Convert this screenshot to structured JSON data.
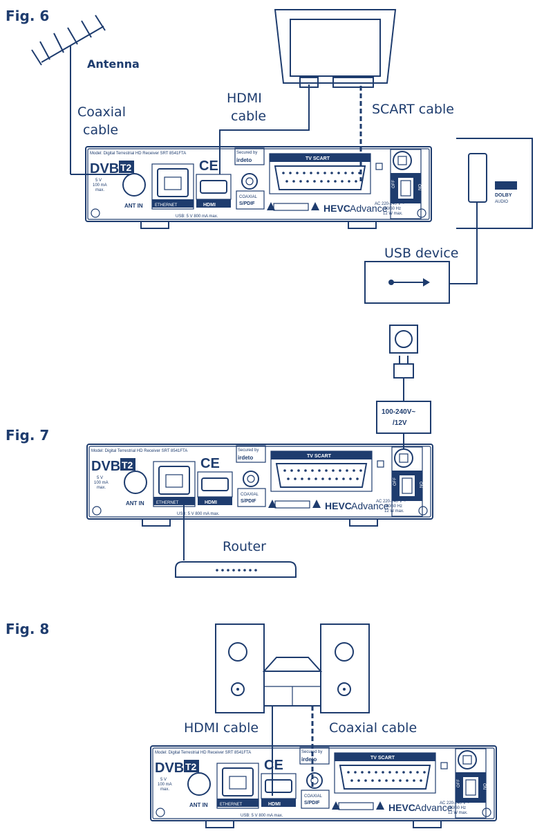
{
  "colors": {
    "ink": "#1e3c6e",
    "paper": "#ffffff"
  },
  "figures": {
    "fig6": {
      "title": "Fig. 6",
      "antenna": "Antenna",
      "coaxial_cable_1": "Coaxial",
      "coaxial_cable_2": "cable",
      "hdmi_cable_1": "HDMI",
      "hdmi_cable_2": "cable",
      "scart_cable": "SCART cable",
      "usb_device": "USB device"
    },
    "fig7": {
      "title": "Fig. 7",
      "power_adapter_1": "100-240V~",
      "power_adapter_2": "/12V",
      "router": "Router"
    },
    "fig8": {
      "title": "Fig. 8",
      "hdmi_cable": "HDMI cable",
      "coaxial_cable": "Coaxial cable"
    }
  },
  "receiver": {
    "model": "Model: Digital Terrestrial HD Receiver SRT 8541FTA",
    "dvb": "DVB",
    "t2": "T2",
    "ant_spec_1": "5 V",
    "ant_spec_2": "100 mA",
    "ant_spec_3": "max.",
    "ant_in": "ANT IN",
    "ethernet": "ETHERNET",
    "hdmi": "HDMI",
    "ce": "CE",
    "secured_by": "Secured by",
    "irdeto": "irdeto",
    "coaxial": "COAXIAL",
    "spdif": "S/PDIF",
    "tv_scart": "TV SCART",
    "usb_spec": "USB: 5 V 800 mA max.",
    "hevc": "HEVC",
    "advance": "Advance",
    "ac_1": "AC 220-240 V ~",
    "ac_2": "50/60 Hz",
    "ac_3": "12 W max.",
    "off": "OFF",
    "on": "ON",
    "dolby_1": "DOLBY",
    "dolby_2": "AUDIO"
  }
}
